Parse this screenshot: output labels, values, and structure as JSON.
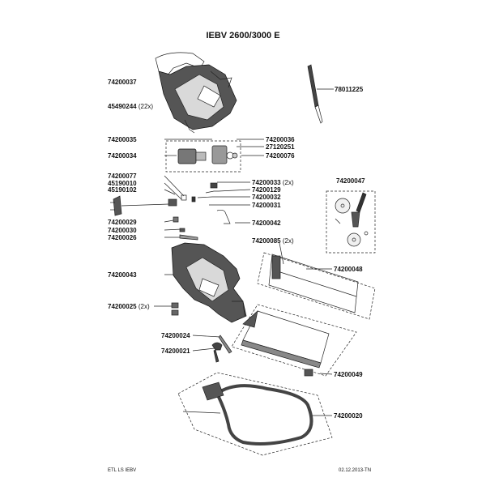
{
  "title": "IEBV 2600/3000 E",
  "footer": {
    "left": "ETL LS IEBV",
    "right": "02.12.2013-TN"
  },
  "labels": {
    "p74200037": "74200037",
    "p45490244": "45490244",
    "p45490244_qty": "(22x)",
    "p78011225": "78011225",
    "p74200035": "74200035",
    "p74200036": "74200036",
    "p27120251": "27120251",
    "p74200034": "74200034",
    "p74200076": "74200076",
    "p74200077": "74200077",
    "p45190010": "45190010",
    "p45190102": "45190102",
    "p74200033": "74200033",
    "p74200033_qty": "(2x)",
    "p74200129": "74200129",
    "p74200032": "74200032",
    "p74200031": "74200031",
    "p74200047": "74200047",
    "p74200029": "74200029",
    "p74200042": "74200042",
    "p74200030": "74200030",
    "p74200026": "74200026",
    "p74200085": "74200085",
    "p74200085_qty": "(2x)",
    "p74200048": "74200048",
    "p74200043": "74200043",
    "p74200025": "74200025",
    "p74200025_qty": "(2x)",
    "p74200024": "74200024",
    "p74200021": "74200021",
    "p74200049": "74200049",
    "p74200020": "74200020"
  }
}
